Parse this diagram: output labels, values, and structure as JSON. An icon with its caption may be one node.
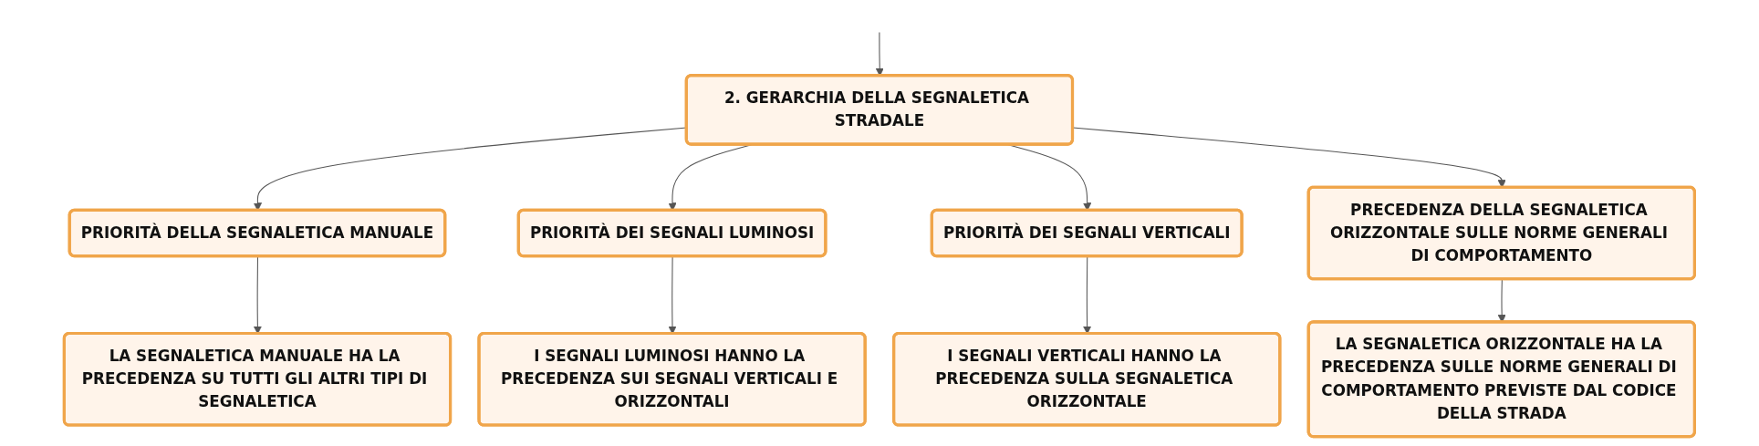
{
  "diagram": {
    "nodes": [
      {
        "text": [
          "2. GERARCHIA DELLA SEGNALETICA STRADALE"
        ]
      },
      {
        "text": [
          "PRIORITÀ DELLA SEGNALETICA MANUALE"
        ]
      },
      {
        "text": [
          "PRIORITÀ DEI SEGNALI LUMINOSI"
        ]
      },
      {
        "text": [
          "PRIORITÀ DEI SEGNALI VERTICALI"
        ]
      },
      {
        "text": [
          "PRECEDENZA DELLA SEGNALETICA ORIZZONTALE SULLE NORME GENERALI DI COMPORTAMENTO"
        ]
      },
      {
        "text": [
          "LA SEGNALETICA MANUALE HA LA PRECEDENZA SU TUTTI GLI ALTRI TIPI DI SEGNALETICA"
        ]
      },
      {
        "text": [
          "I SEGNALI LUMINOSI HANNO LA PRECEDENZA SUI SEGNALI VERTICALI E ORIZZONTALI"
        ]
      },
      {
        "text": [
          "I SEGNALI VERTICALI HANNO LA PRECEDENZA SULLA SEGNALETICA ORIZZONTALE"
        ]
      },
      {
        "text": [
          "LA SEGNALETICA ORIZZONTALE HA LA PRECEDENZA SULLE NORME GENERALI DI COMPORTAMENTO PREVISTE DAL CODICE DELLA STRADA"
        ]
      }
    ],
    "edges": [
      {
        "from": null,
        "to": 0,
        "arrow": "to"
      },
      {
        "from": 0,
        "to": 1,
        "arrow": "to"
      },
      {
        "from": 0,
        "to": 2,
        "arrow": "to"
      },
      {
        "from": 0,
        "to": 3,
        "arrow": "to"
      },
      {
        "from": 0,
        "to": 4,
        "arrow": "to"
      },
      {
        "from": 1,
        "to": 5,
        "arrow": "to"
      },
      {
        "from": 2,
        "to": 6,
        "arrow": "to"
      },
      {
        "from": 3,
        "to": 7,
        "arrow": "to"
      },
      {
        "from": 4,
        "to": 8,
        "arrow": "to"
      }
    ]
  }
}
